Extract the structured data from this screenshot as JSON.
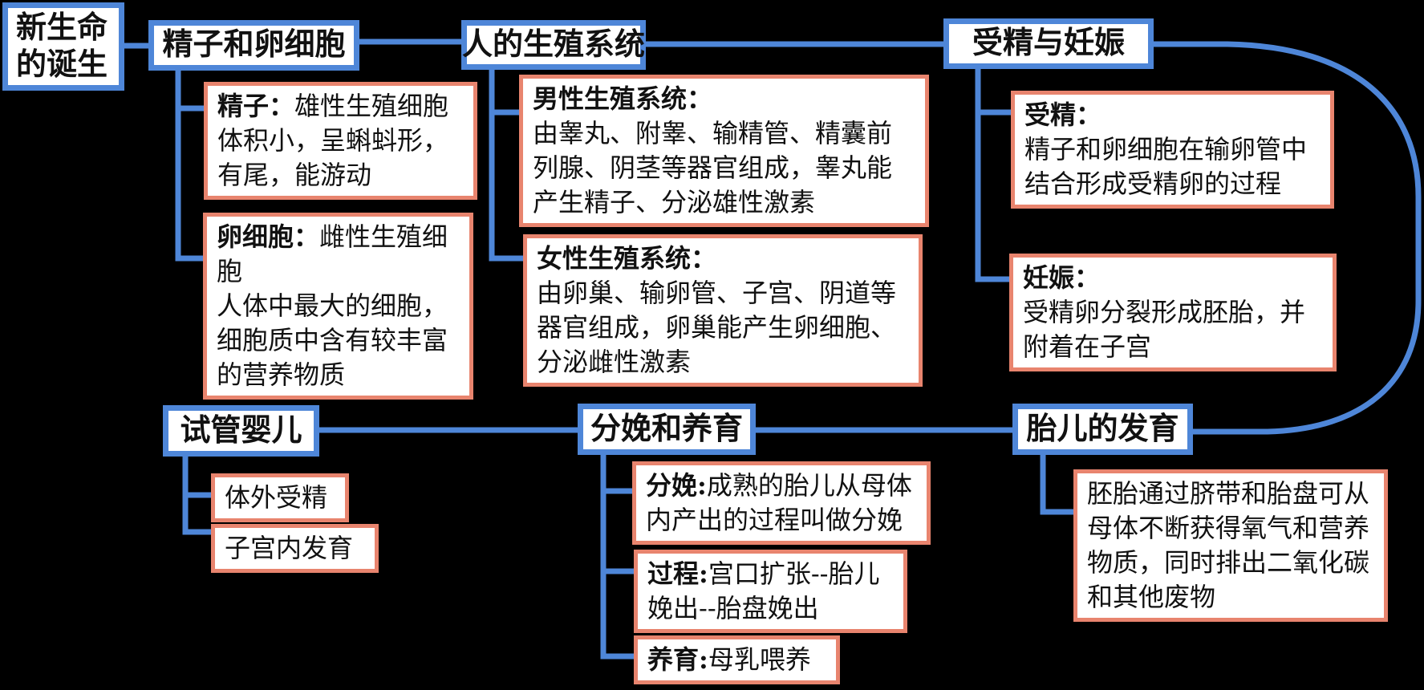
{
  "diagram": {
    "title": "新生命的诞生",
    "colors": {
      "canvas": "#000000",
      "topic_border_blue": "#4E86D8",
      "detail_border_orange": "#E8846E",
      "node_background": "#FFFFFF",
      "text": "#111111"
    },
    "root": "新生命\n的诞生",
    "topics": {
      "sperm_egg": "精子和卵细胞",
      "reproductive_system": "人的生殖系统",
      "fertilization_pregnancy": "受精与妊娠",
      "ivf": "试管婴儿",
      "childbirth_rearing": "分娩和养育",
      "fetal_development": "胎儿的发育"
    },
    "details": {
      "sperm": {
        "label": "精子：",
        "text": "雄性生殖细胞\n体积小，呈蝌蚪形，\n有尾，能游动"
      },
      "egg": {
        "label": "卵细胞：",
        "text": "雌性生殖细\n胞\n人体中最大的细胞，\n细胞质中含有较丰富\n的营养物质"
      },
      "male_system": {
        "label": "男性生殖系统：",
        "text": "\n由睾丸、附睾、输精管、精囊前\n列腺、阴茎等器官组成，睾丸能\n产生精子、分泌雄性激素"
      },
      "female_system": {
        "label": "女性生殖系统：",
        "text": "\n由卵巢、输卵管、子宫、阴道等\n器官组成，卵巢能产生卵细胞、\n分泌雌性激素"
      },
      "fertilization": {
        "label": "受精：",
        "text": "\n精子和卵细胞在输卵管中\n结合形成受精卵的过程"
      },
      "pregnancy": {
        "label": "妊娠：",
        "text": "\n受精卵分裂形成胚胎，并\n附着在子宫"
      },
      "ivf_external": {
        "label": "",
        "text": "体外受精"
      },
      "ivf_uterus": {
        "label": "",
        "text": "子宫内发育"
      },
      "delivery": {
        "label": "分娩:",
        "text": "成熟的胎儿从母体\n内产出的过程叫做分娩"
      },
      "delivery_process": {
        "label": "过程:",
        "text": "宫口扩张--胎儿\n娩出--胎盘娩出"
      },
      "rearing": {
        "label": "养育:",
        "text": "母乳喂养"
      },
      "embryo": {
        "label": "",
        "text": "胚胎通过脐带和胎盘可从\n母体不断获得氧气和营养\n物质，同时排出二氧化碳\n和其他废物"
      }
    }
  }
}
